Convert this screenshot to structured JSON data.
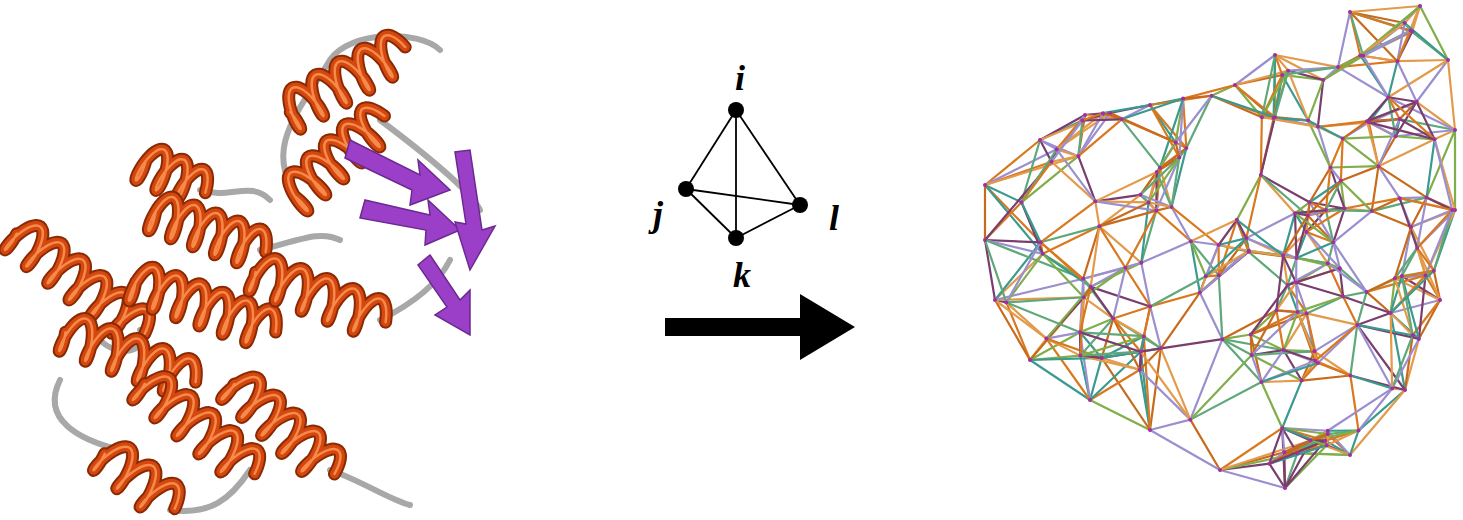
{
  "diagram": {
    "labels": [
      "i",
      "j",
      "k",
      "l"
    ]
  }
}
